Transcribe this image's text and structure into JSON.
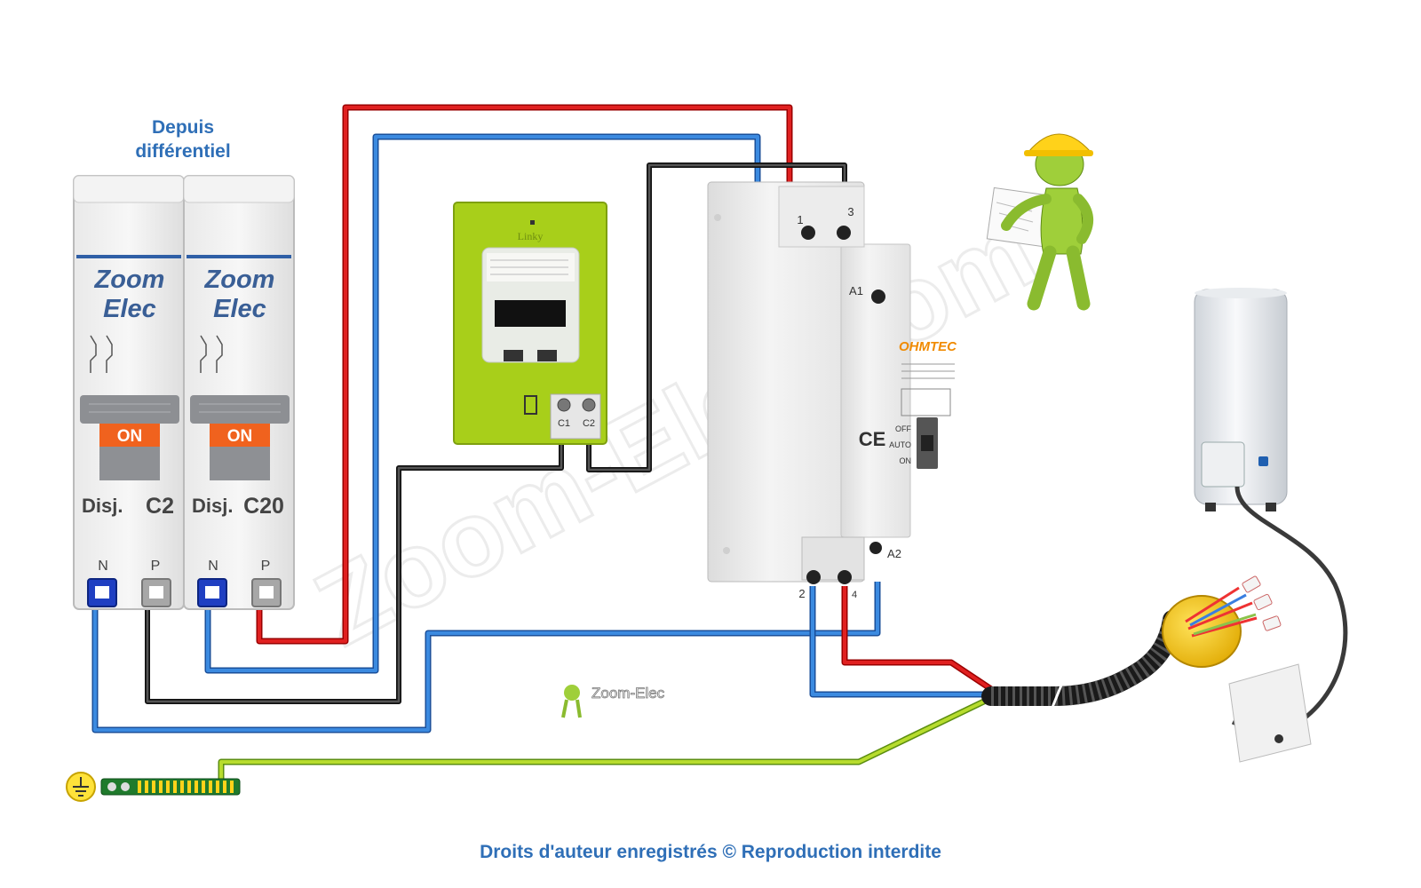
{
  "header": {
    "source_line1": "Depuis",
    "source_line2": "différentiel"
  },
  "breakers": [
    {
      "brand_line1": "Zoom",
      "brand_line2": "Elec",
      "state": "ON",
      "type_label": "Disj.",
      "rating": "C2",
      "terminal_n": "N",
      "terminal_p": "P"
    },
    {
      "brand_line1": "Zoom",
      "brand_line2": "Elec",
      "state": "ON",
      "type_label": "Disj.",
      "rating": "C20",
      "terminal_n": "N",
      "terminal_p": "P"
    }
  ],
  "meter": {
    "brand": "Linky",
    "terminal_c1": "C1",
    "terminal_c2": "C2"
  },
  "contactor": {
    "brand": "OHMTEC",
    "terminal_1": "1",
    "terminal_3": "3",
    "terminal_a1": "A1",
    "terminal_a2": "A2",
    "terminal_2": "2",
    "terminal_4": "4",
    "mode_off": "OFF",
    "mode_auto": "AUTO",
    "mode_on": "ON",
    "ce_mark": "CE"
  },
  "small_logo": "Zoom-Elec",
  "watermark": "Zoom-Elec.com",
  "footer": {
    "copyright": "Droits d'auteur enregistrés © Reproduction interdite"
  },
  "colors": {
    "phase": "#e02020",
    "neutral": "#2f7fd6",
    "control": "#333333",
    "earth": "#9ccc2a",
    "meter_body": "#a8cf1a",
    "on_flag": "#f0621e",
    "label_blue": "#2f6fb7"
  },
  "icons": [
    "earth-symbol-icon",
    "worker-figure-icon",
    "water-heater-icon",
    "junction-box-icon"
  ]
}
